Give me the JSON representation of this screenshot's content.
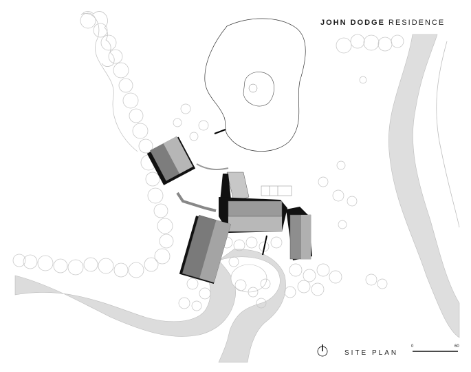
{
  "title": {
    "name_bold": "JOHN DODGE",
    "name_light": "RESIDENCE"
  },
  "legend": {
    "label": "SITE PLAN",
    "scale_start": "0",
    "scale_end": "60"
  },
  "colors": {
    "roof_dark": "#7d7d7d",
    "roof_mid": "#9c9c9c",
    "roof_light": "#c6c6c6",
    "shadow": "#111111",
    "road": "#d9d9d9",
    "tree_outline": "#bdbdbd",
    "pond_outline": "#444444"
  },
  "icons": [
    "north-arrow-icon",
    "scale-bar"
  ]
}
